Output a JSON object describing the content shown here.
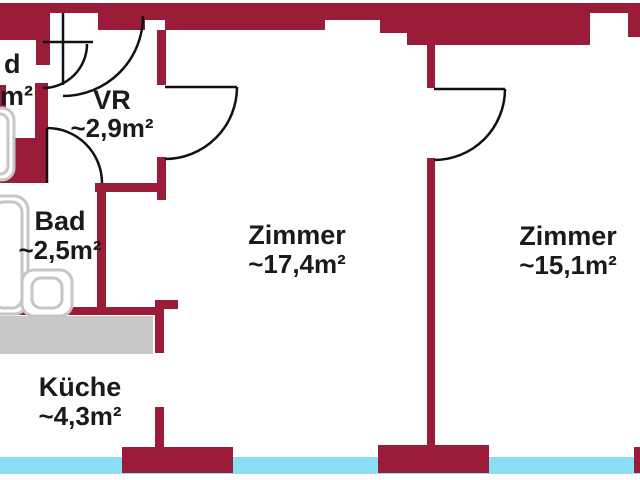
{
  "plan": {
    "title": "apartment floor plan",
    "colors": {
      "wall": "#9A1C38",
      "window": "#8ADFF5",
      "counter": "#C9C9C9",
      "fixture_outline": "#C6C6C6",
      "text": "#1A1A1A",
      "background": "#FFFFFF"
    },
    "rooms": [
      {
        "id": "cutoff",
        "name": "d",
        "area": "m²",
        "note": "label cut off at left image edge"
      },
      {
        "id": "vr",
        "name": "VR",
        "area": "~2,9m²"
      },
      {
        "id": "bad",
        "name": "Bad",
        "area": "~2,5m²"
      },
      {
        "id": "zimmer1",
        "name": "Zimmer",
        "area": "~17,4m²"
      },
      {
        "id": "zimmer2",
        "name": "Zimmer",
        "area": "~15,1m²"
      },
      {
        "id": "kueche",
        "name": "Küche",
        "area": "~4,3m²"
      }
    ]
  }
}
